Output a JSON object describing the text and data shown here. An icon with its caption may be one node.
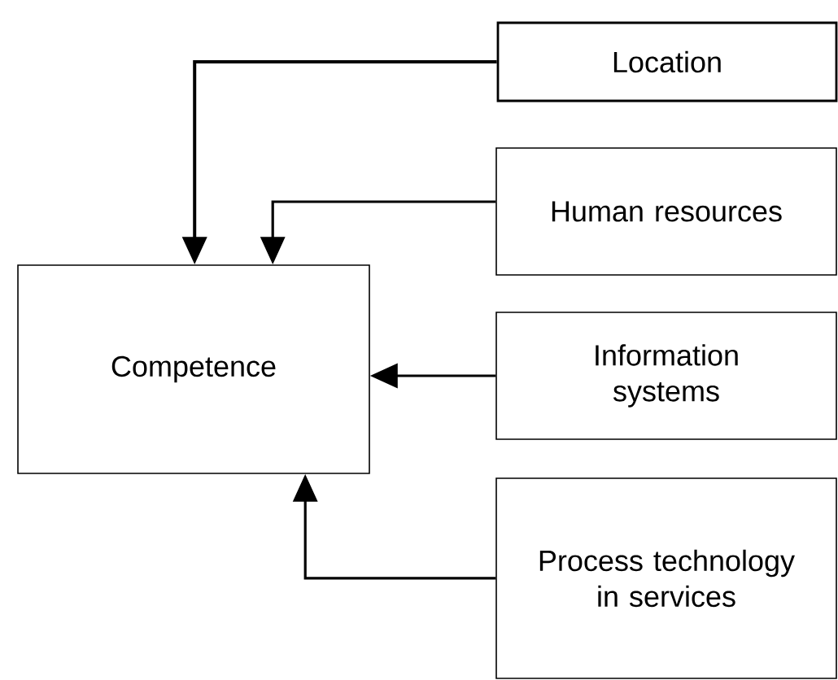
{
  "diagram": {
    "nodes": [
      {
        "text": [
          "Competence"
        ]
      },
      {
        "text": [
          "Location"
        ]
      },
      {
        "text": [
          "Human resources"
        ]
      },
      {
        "text": [
          "Information systems"
        ]
      },
      {
        "text": [
          "Process technology in services"
        ]
      }
    ],
    "edges": [
      {
        "from": 1,
        "to": 0,
        "arrow": "to"
      },
      {
        "from": 2,
        "to": 0,
        "arrow": "to"
      },
      {
        "from": 3,
        "to": 0,
        "arrow": "to"
      },
      {
        "from": 4,
        "to": 0,
        "arrow": "to"
      }
    ]
  }
}
